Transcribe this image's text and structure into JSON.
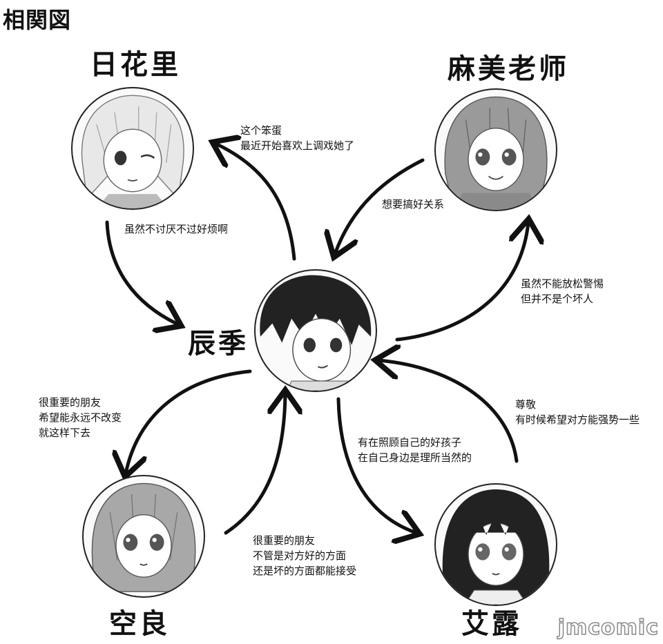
{
  "title": "相関図",
  "characters": {
    "hikari": "日花里",
    "mami": "麻美老师",
    "center": "辰季",
    "sora": "空良",
    "airo": "艾露"
  },
  "notes": {
    "center_to_hikari": "这个笨蛋\n最近开始喜欢上调戏她了",
    "hikari_to_center": "虽然不讨厌不过好烦啊",
    "mami_to_center": "想要搞好关系",
    "center_to_mami": "虽然不能放松警惕\n但并不是个坏人",
    "center_to_sora": "很重要的朋友\n希望能永远不改变\n就这样下去",
    "sora_to_center": "很重要的朋友\n不管是对方好的方面\n还是坏的方面都能接受",
    "center_to_airo": "有在照顾自己的好孩子\n在自己身边是理所当然的",
    "airo_to_center": "尊敬\n有时候希望对方能强势一些"
  },
  "watermark": "jmcomic"
}
